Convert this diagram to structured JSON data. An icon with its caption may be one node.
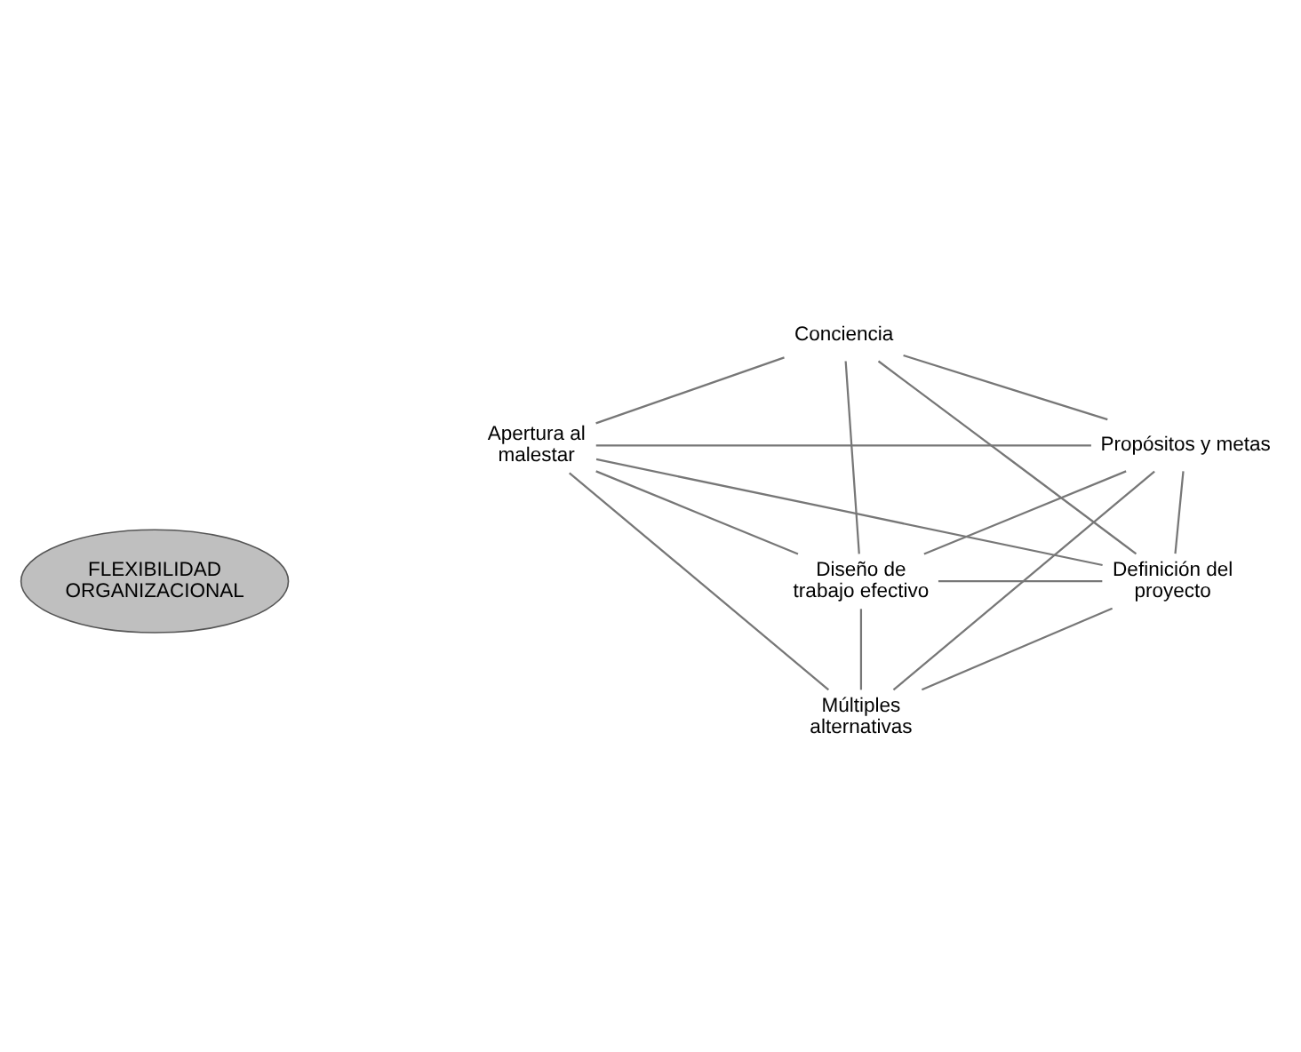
{
  "diagram": {
    "nodes": [
      {
        "text": [
          "Conciencia"
        ]
      },
      {
        "text": [
          "Apertura al malestar"
        ]
      },
      {
        "text": [
          "Propósitos y metas"
        ]
      },
      {
        "text": [
          "FLEXIBILIDAD ORGANIZACIONAL"
        ]
      },
      {
        "text": [
          "Diseño de trabajo efectivo"
        ]
      },
      {
        "text": [
          "Definición del proyecto"
        ]
      },
      {
        "text": [
          "Múltiples alternativas"
        ]
      }
    ],
    "edges": [
      {
        "from": 0,
        "to": 2,
        "arrow": "none"
      },
      {
        "from": 2,
        "to": 5,
        "arrow": "none"
      },
      {
        "from": 5,
        "to": 6,
        "arrow": "none"
      },
      {
        "from": 4,
        "to": 6,
        "arrow": "none"
      },
      {
        "from": 1,
        "to": 4,
        "arrow": "none"
      },
      {
        "from": 0,
        "to": 1,
        "arrow": "none"
      },
      {
        "from": 0,
        "to": 4,
        "arrow": "none"
      },
      {
        "from": 4,
        "to": 5,
        "arrow": "none"
      },
      {
        "from": 0,
        "to": 5,
        "arrow": "none"
      },
      {
        "from": 1,
        "to": 2,
        "arrow": "none"
      },
      {
        "from": 2,
        "to": 6,
        "arrow": "none"
      },
      {
        "from": 1,
        "to": 6,
        "arrow": "none"
      },
      {
        "from": 1,
        "to": 5,
        "arrow": "none"
      },
      {
        "from": 2,
        "to": 4,
        "arrow": "none"
      }
    ]
  }
}
